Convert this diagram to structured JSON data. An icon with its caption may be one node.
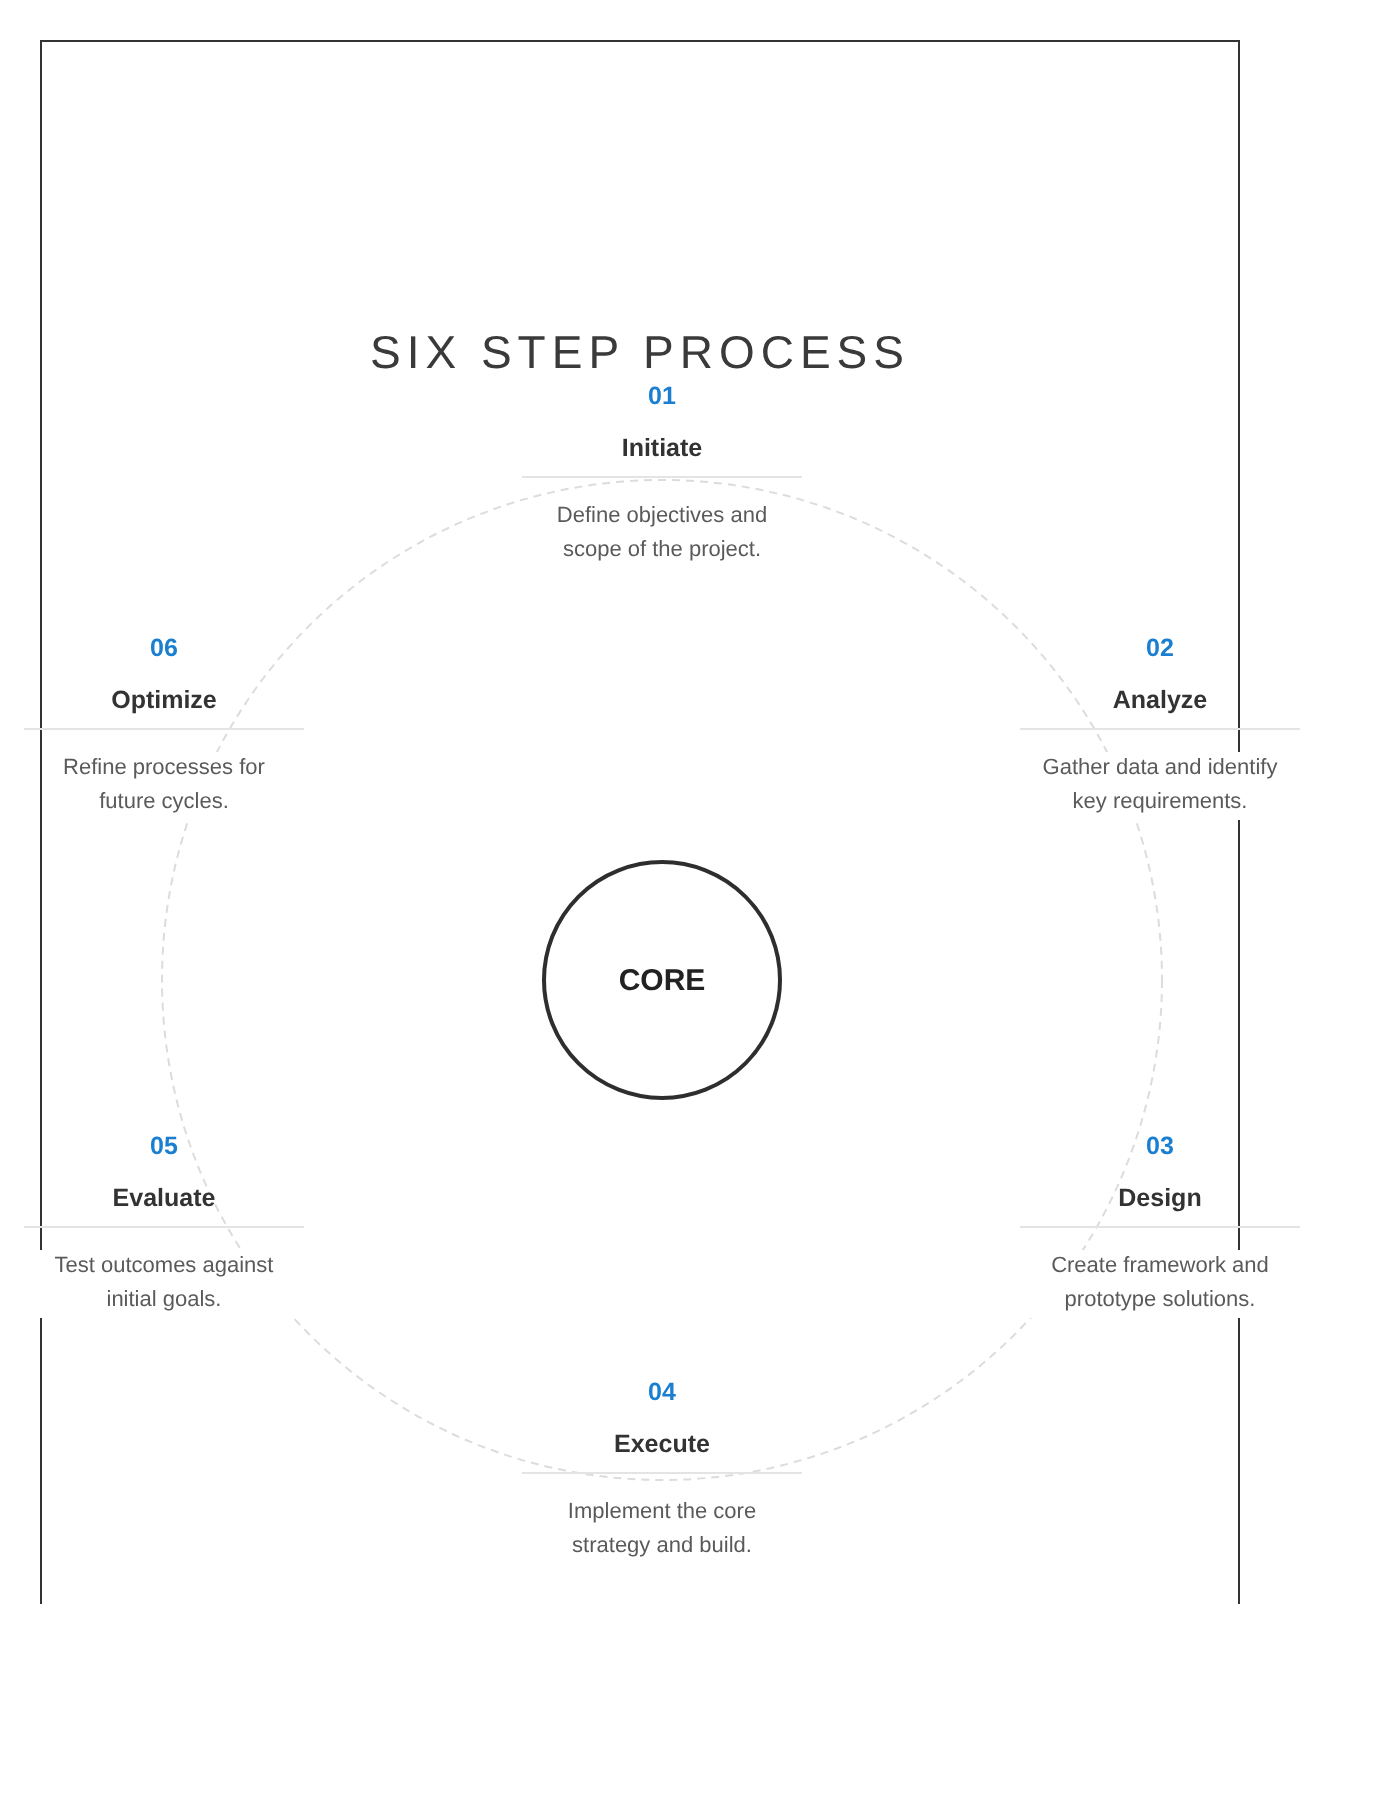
{
  "diagram": {
    "title": "SIX STEP PROCESS",
    "nodes": [
      {
        "text": [
          "01",
          "Initiate",
          "Define objectives and scope of the project."
        ]
      },
      {
        "text": [
          "02",
          "Analyze",
          "Gather data and identify key requirements."
        ]
      },
      {
        "text": [
          "03",
          "Design",
          "Create framework and prototype solutions."
        ]
      },
      {
        "text": [
          "04",
          "Execute",
          "Implement the core strategy and build."
        ]
      },
      {
        "text": [
          "05",
          "Evaluate",
          "Test outcomes against initial goals."
        ]
      },
      {
        "text": [
          "06",
          "Optimize",
          "Refine processes for future cycles."
        ]
      },
      {
        "text": [
          "CORE"
        ]
      }
    ]
  }
}
